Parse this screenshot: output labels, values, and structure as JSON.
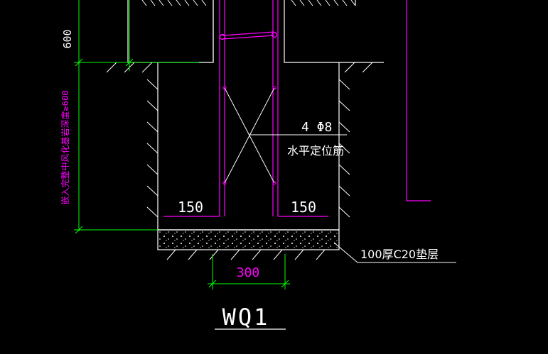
{
  "drawing": {
    "title": "WQ1",
    "dim_top_left": "600",
    "dim_left_vertical": "嵌入完整中风化基岩深度≥600",
    "dim_left_150": "150",
    "dim_right_150": "150",
    "dim_bottom_300": "300",
    "rebar_label": "4 Φ8",
    "rebar_note": "水平定位筋",
    "cushion_note": "100厚C20垫层"
  },
  "colors": {
    "background": "#000000",
    "outline": "#ffffff",
    "rebar": "#ff00ff",
    "dimension": "#00ff00"
  }
}
